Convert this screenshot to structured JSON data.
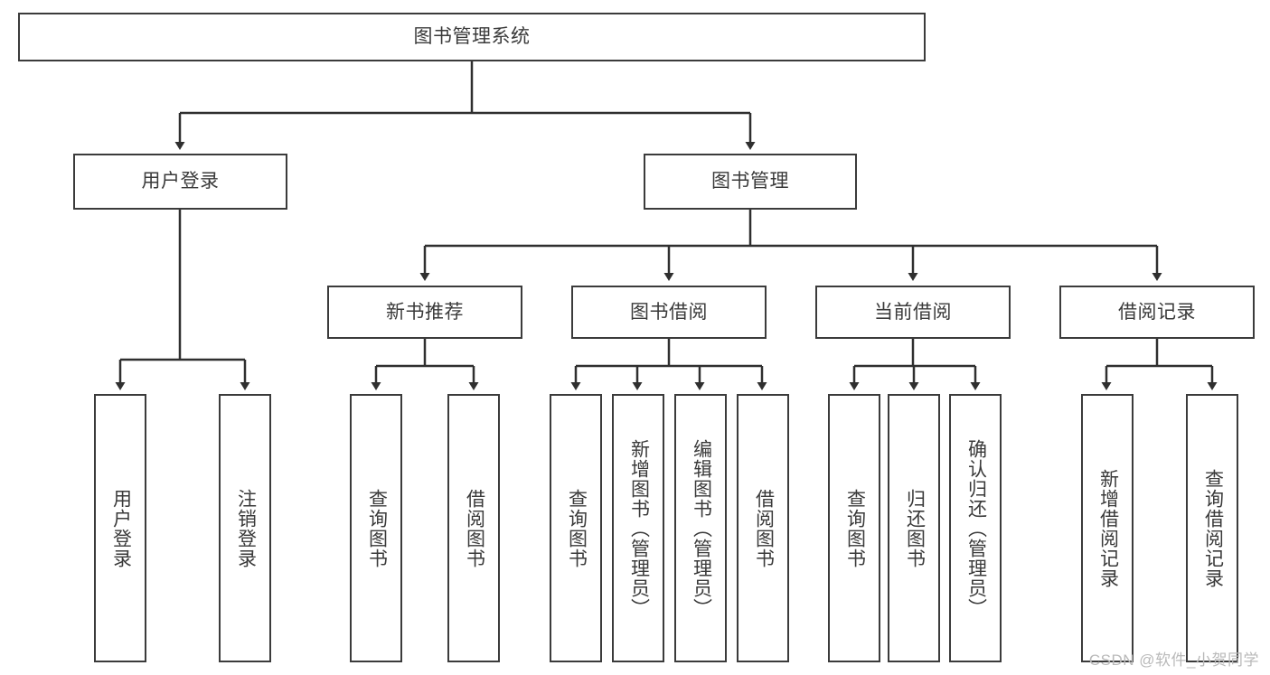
{
  "diagram": {
    "title": "图书管理系统",
    "type": "tree-hierarchy",
    "root": {
      "label": "图书管理系统"
    },
    "level2": [
      {
        "label": "用户登录"
      },
      {
        "label": "图书管理"
      }
    ],
    "level3": [
      {
        "label": "新书推荐"
      },
      {
        "label": "图书借阅"
      },
      {
        "label": "当前借阅"
      },
      {
        "label": "借阅记录"
      }
    ],
    "leaves": {
      "user_login": [
        {
          "label": "用户登录"
        },
        {
          "label": "注销登录"
        }
      ],
      "new_book_recommend": [
        {
          "label": "查询图书"
        },
        {
          "label": "借阅图书"
        }
      ],
      "book_borrow": [
        {
          "label": "查询图书"
        },
        {
          "label": "新增图书（管理员）"
        },
        {
          "label": "编辑图书（管理员）"
        },
        {
          "label": "借阅图书"
        }
      ],
      "current_borrow": [
        {
          "label": "查询图书"
        },
        {
          "label": "归还图书"
        },
        {
          "label": "确认归还（管理员）"
        }
      ],
      "borrow_record": [
        {
          "label": "新增借阅记录"
        },
        {
          "label": "查询借阅记录"
        }
      ]
    }
  },
  "watermark": {
    "text": "CSDN @软件_小贺同学"
  },
  "colors": {
    "border": "#3b3b3b",
    "text": "#3a3a3a",
    "background": "#ffffff",
    "watermark": "#b9b9b9"
  }
}
